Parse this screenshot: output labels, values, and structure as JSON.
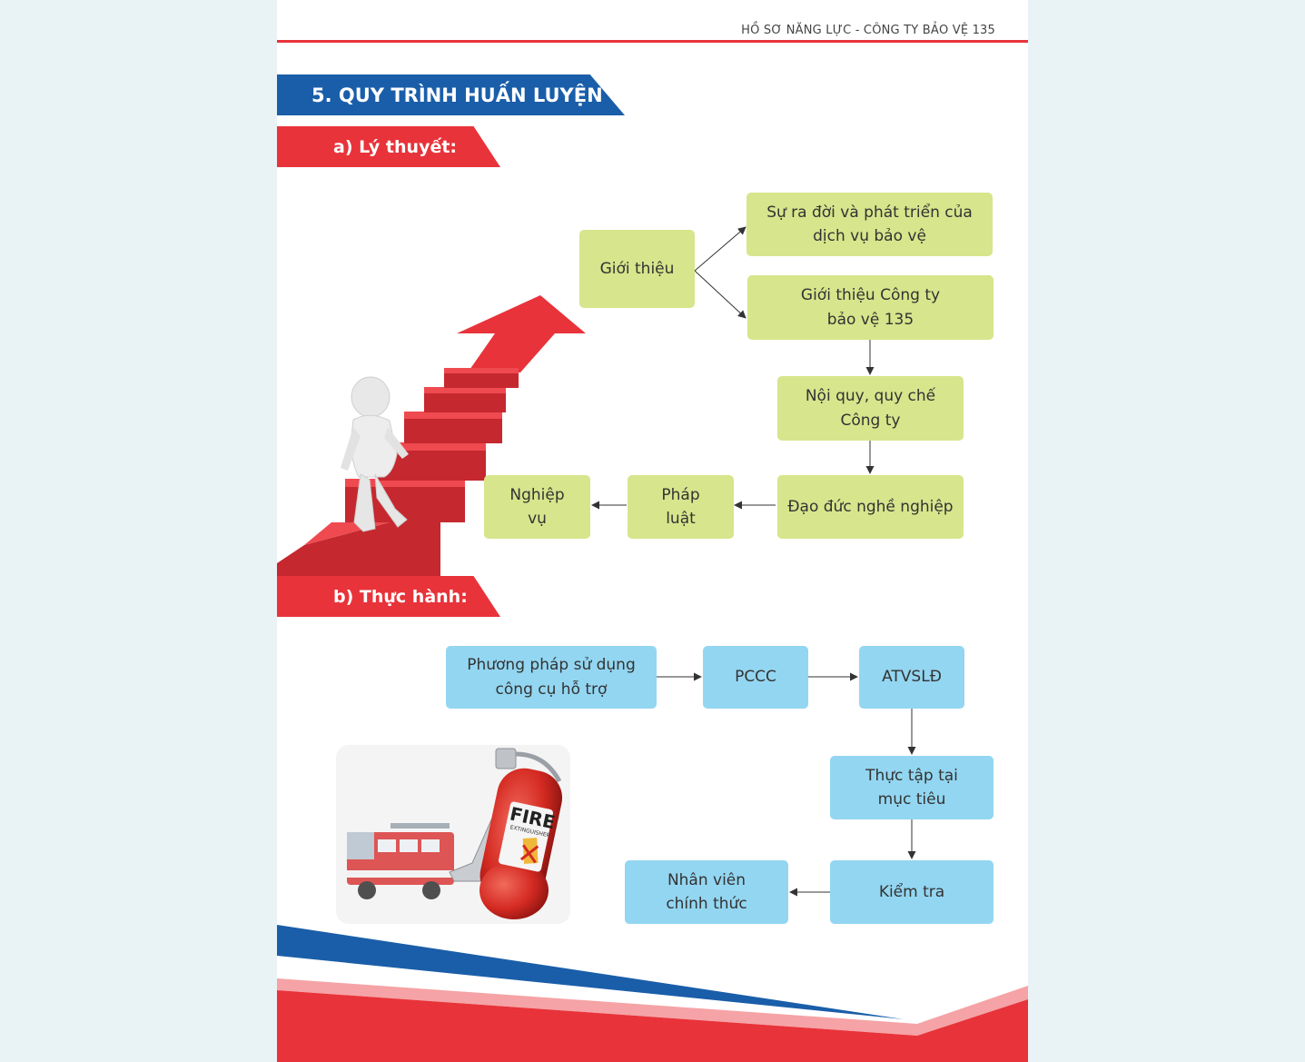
{
  "header": {
    "running_title": "HỒ SƠ NĂNG LỰC - CÔNG TY BẢO VỆ 135"
  },
  "section": {
    "title": "5. QUY TRÌNH HUẤN LUYỆN"
  },
  "theory": {
    "heading": "a) Lý thuyết:",
    "nodes": {
      "intro": "Giới thiệu",
      "history": "Sự ra đời và phát triển của dịch vụ bảo vệ",
      "company": "Giới thiệu Công ty bảo vệ 135",
      "rules": "Nội quy, quy chế Công ty",
      "ethics": "Đạo đức nghề nghiệp",
      "law": "Pháp luật",
      "profession": "Nghiệp vụ"
    }
  },
  "practice": {
    "heading": "b) Thực hành:",
    "nodes": {
      "tools": "Phương pháp sử dụng công cụ hỗ trợ",
      "pccc": "PCCC",
      "atvsld": "ATVSLĐ",
      "internship": "Thực tập tại mục tiêu",
      "exam": "Kiểm tra",
      "official": "Nhân viên chính thức"
    }
  },
  "illustrations": {
    "extinguisher_label": "FIRE",
    "extinguisher_sublabel": "EXTINGUISHER"
  },
  "colors": {
    "brand_blue": "#1a5ea9",
    "brand_red": "#e8333a",
    "theory_box": "#d7e58c",
    "practice_box": "#93d6f1"
  }
}
